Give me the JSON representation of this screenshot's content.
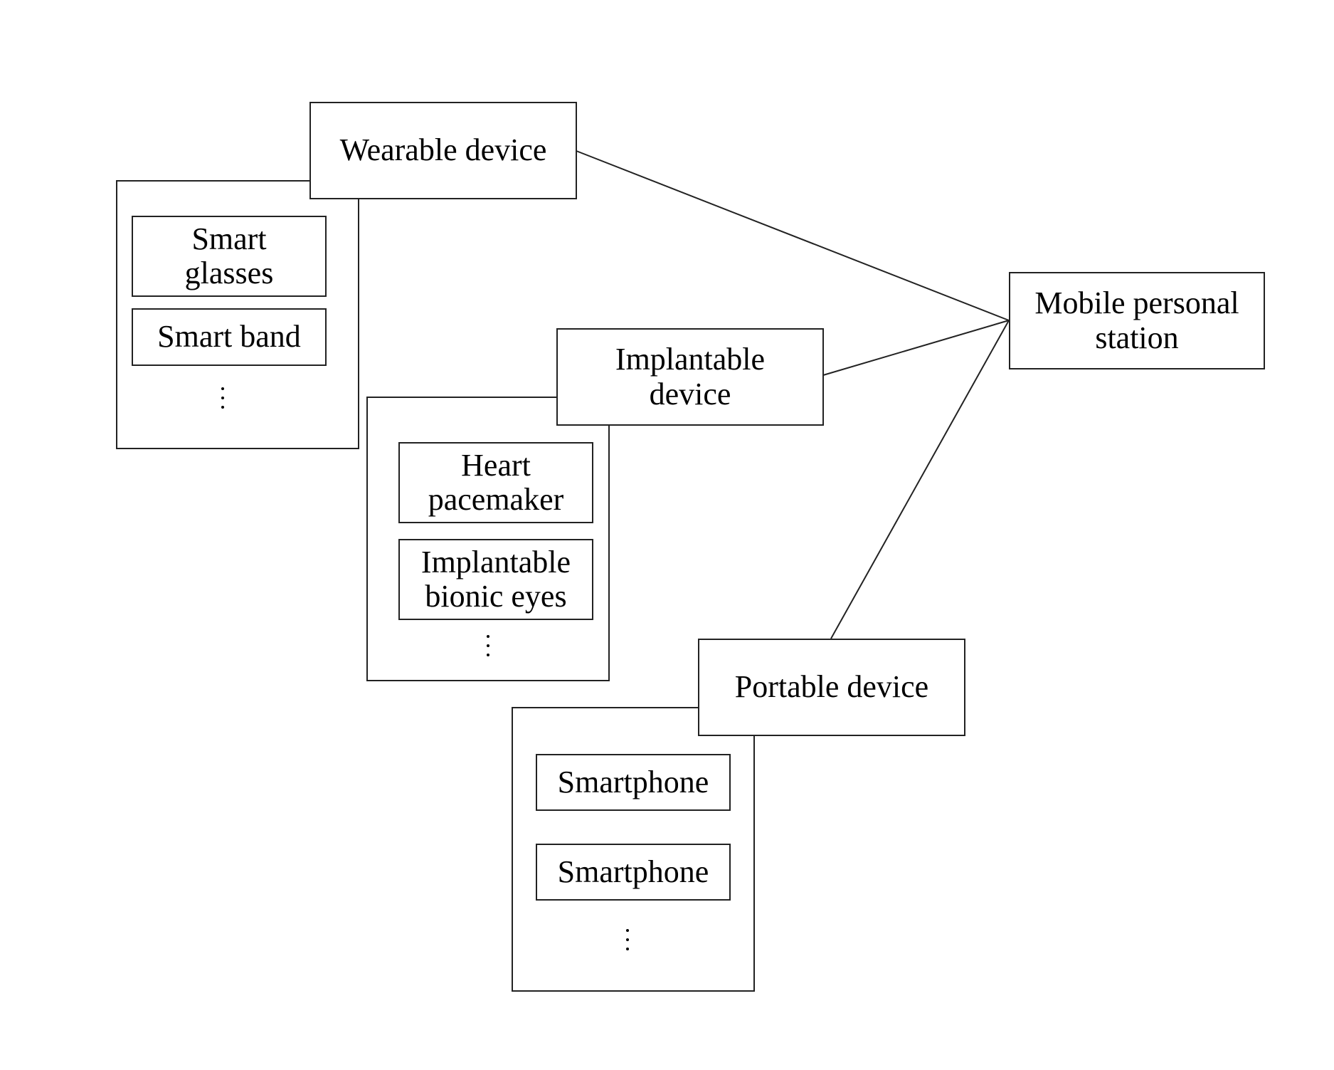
{
  "nodes": {
    "hub": "Mobile personal\nstation",
    "wearable": {
      "label": "Wearable device",
      "items": [
        "Smart\nglasses",
        "Smart band"
      ],
      "more": "⋮"
    },
    "implantable": {
      "label": "Implantable\ndevice",
      "items": [
        "Heart\npacemaker",
        "Implantable\nbionic eyes"
      ],
      "more": "⋮"
    },
    "portable": {
      "label": "Portable device",
      "items": [
        "Smartphone",
        "Smartphone"
      ],
      "more": "⋮"
    }
  },
  "colors": {
    "line": "#222222",
    "background": "#ffffff"
  }
}
